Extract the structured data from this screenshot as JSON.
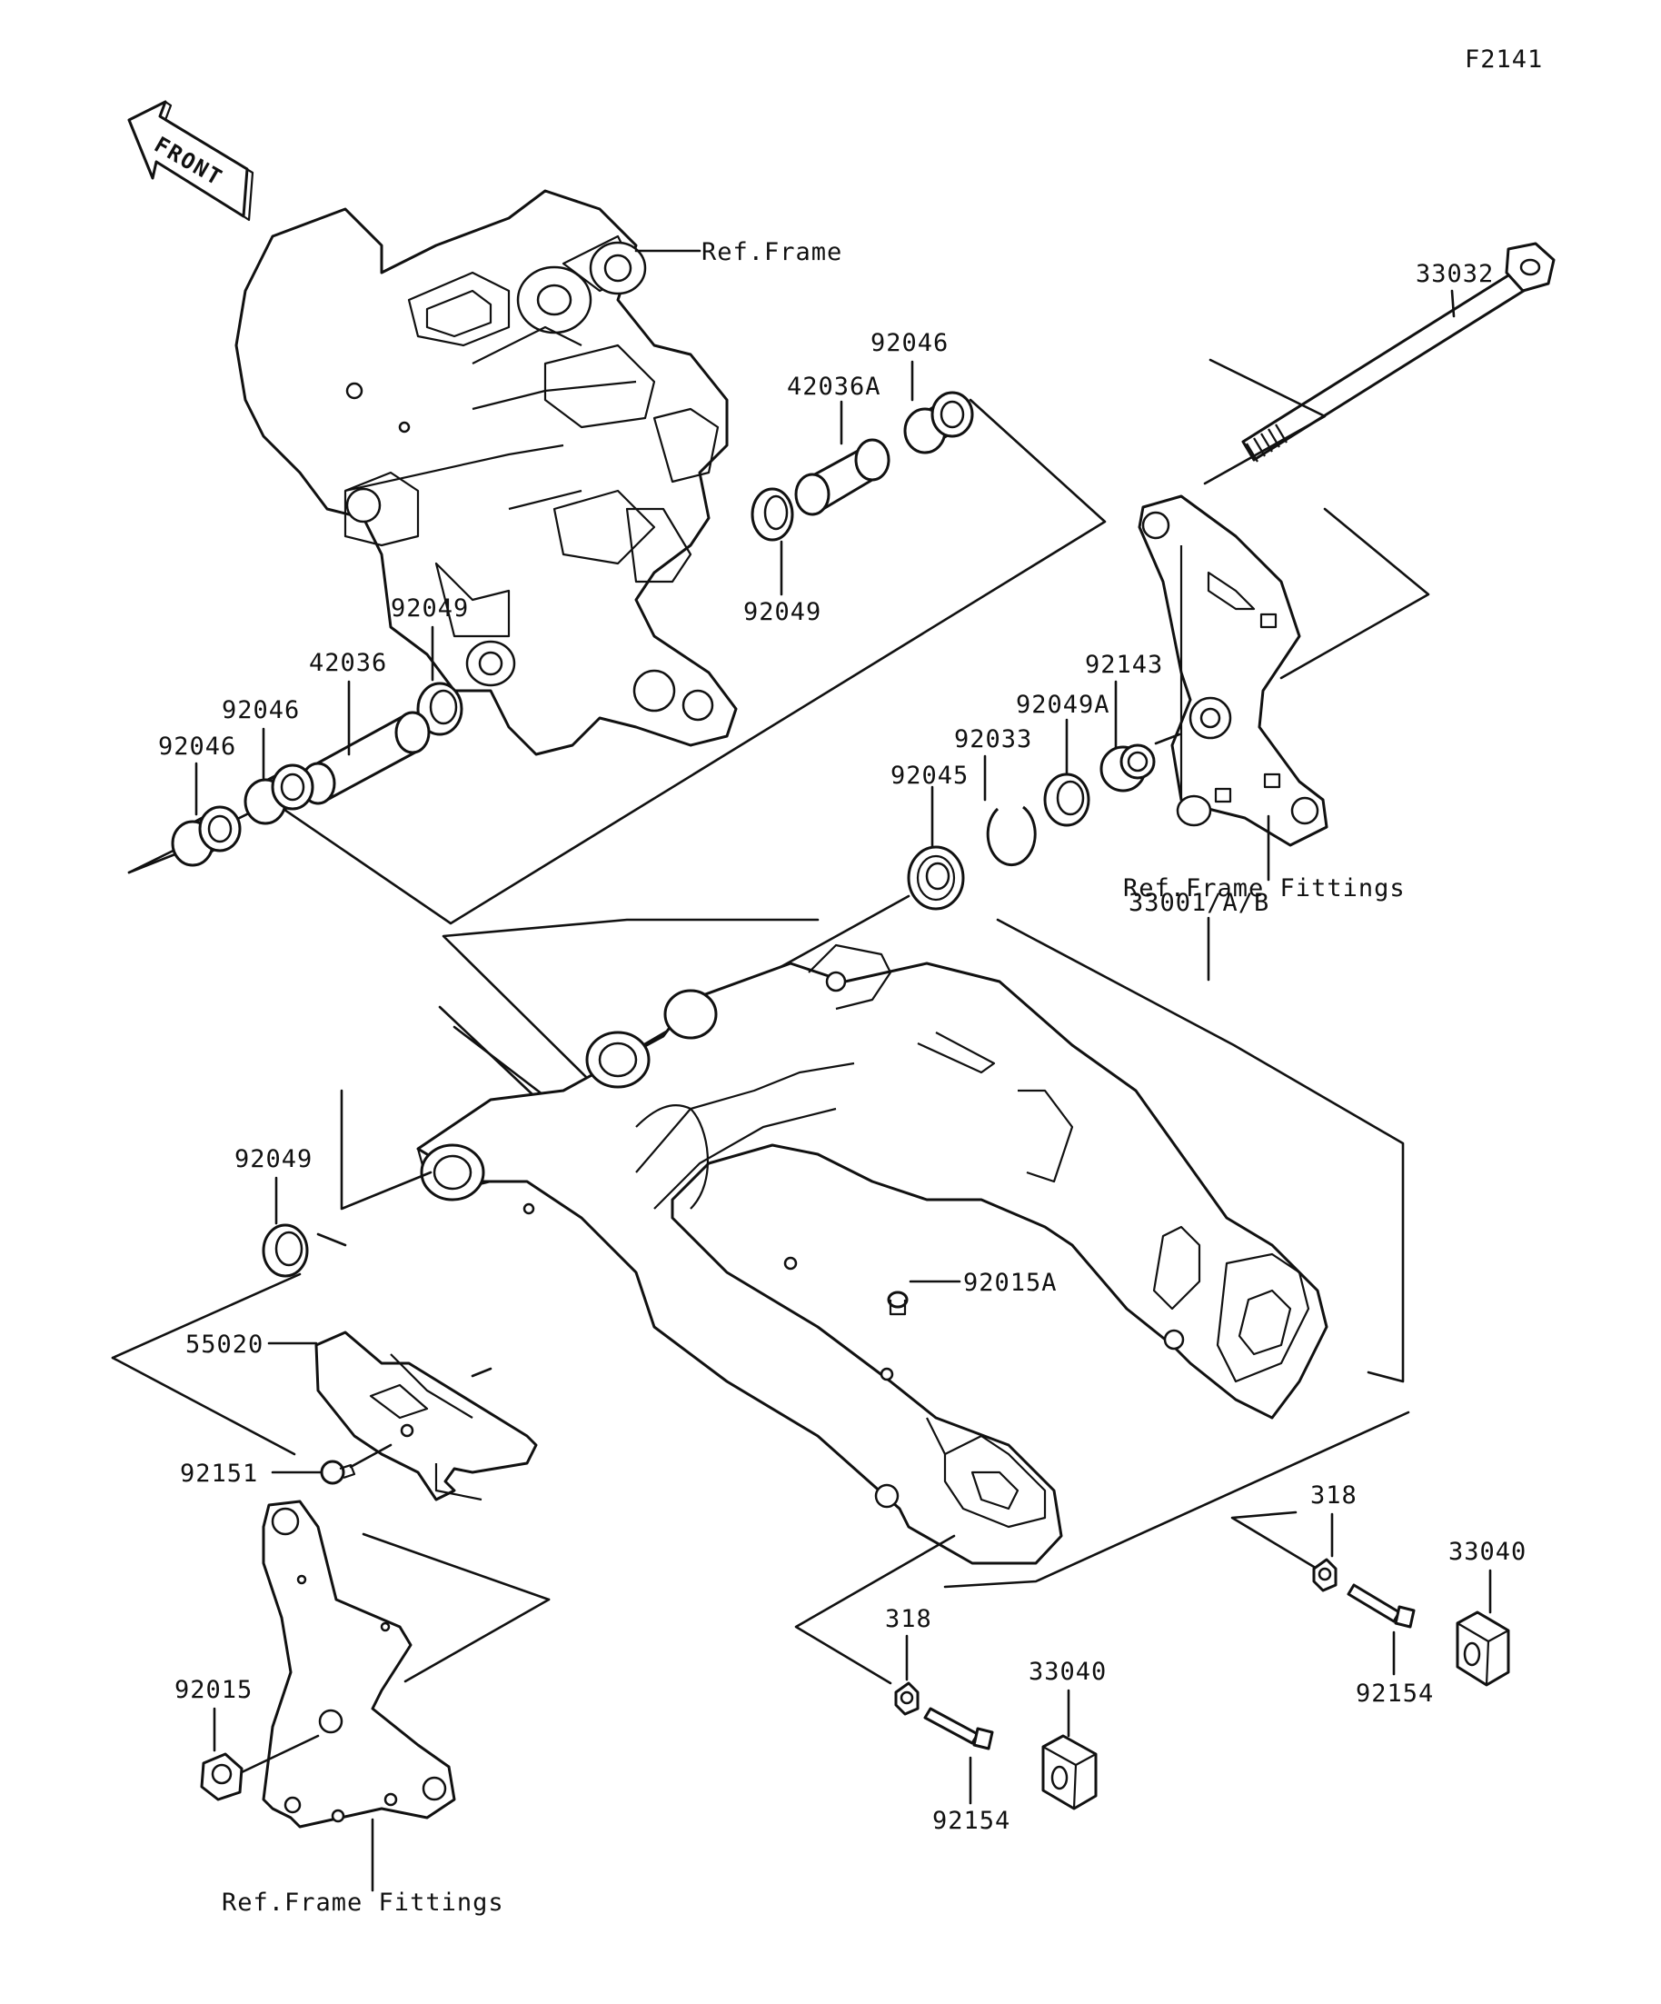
{
  "figure_id": "F2141",
  "front_label": "FRONT",
  "labels": {
    "ref_frame": "Ref.Frame",
    "ref_frame_fittings_right": "Ref.Frame Fittings",
    "ref_frame_fittings_left": "Ref.Frame Fittings",
    "p33032": "33032",
    "p92046_top": "92046",
    "p42036A": "42036A",
    "p92049_mid": "92049",
    "p92049_upper": "92049",
    "p42036": "42036",
    "p92046_a": "92046",
    "p92046_b": "92046",
    "p92143": "92143",
    "p92049A": "92049A",
    "p92033": "92033",
    "p92045": "92045",
    "p33001": "33001/A/B",
    "p92049_lower": "92049",
    "p92015A": "92015A",
    "p55020": "55020",
    "p92151": "92151",
    "p92015": "92015",
    "p318_mid": "318",
    "p318_right": "318",
    "p92154_mid": "92154",
    "p92154_right": "92154",
    "p33040_mid": "33040",
    "p33040_right": "33040"
  }
}
